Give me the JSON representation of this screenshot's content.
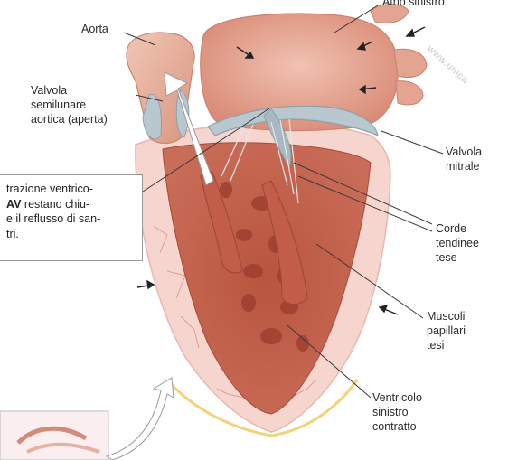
{
  "labels": {
    "aorta": "Aorta",
    "atrio": "Atrio sinistro",
    "valvola_semilunare": "Valvola\nsemilunare\naortica (aperta)",
    "valvola_mitrale": "Valvola\nmitrale",
    "corde": "Corde\ntendinee\ntese",
    "muscoli": "Muscoli\npapillari\ntesi",
    "ventricolo": "Ventricolo\nsinistro\ncontratto"
  },
  "callout": {
    "line1": "trazione ventrico-",
    "line2_bold": "AV",
    "line2_rest": " restano chiu-",
    "line3": "e il reflusso di san-",
    "line4": "tri."
  },
  "watermark": "www.unica",
  "colors": {
    "myocardium": "#c76a57",
    "myocardium_light": "#e9a99a",
    "pericardium": "#f6d5cf",
    "aorta": "#eab9a4",
    "valve": "#b9c7cf",
    "fat": "#f2d27a",
    "leader": "#3a3a3a"
  }
}
